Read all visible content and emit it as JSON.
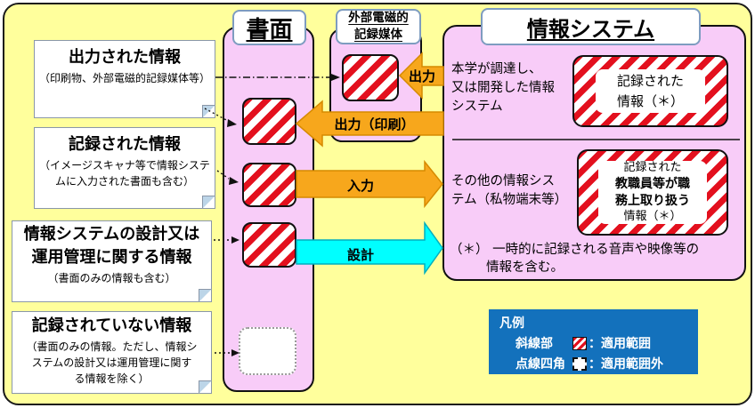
{
  "colors": {
    "background_yellow": "#FFFF9C",
    "panel_pink": "#F8CCF8",
    "stripe_red": "#E3101E",
    "arrow_orange": "#F7A71C",
    "arrow_orange_border": "#D68A00",
    "arrow_cyan": "#00FFFF",
    "arrow_cyan_border": "#00AEBE",
    "legend_blue": "#1371BC"
  },
  "headers": {
    "document": "書面",
    "external_media": "外部電磁的\n記録媒体",
    "info_system": "情報システム"
  },
  "callouts": [
    {
      "title": "出力された情報",
      "subtitle": "（印刷物、外部電磁的記録媒体等）"
    },
    {
      "title": "記録された情報",
      "subtitle": "（イメージスキャナ等で情報システ\nムに入力された書面も含む）"
    },
    {
      "title": "情報システムの設計又は\n運用管理に関する情報",
      "subtitle": "（書面のみの情報も含む）"
    },
    {
      "title": "記録されていない情報",
      "subtitle": "（書面のみの情報。ただし、情報シ\nステムの設計又は運用管理に関す\nる情報を除く）"
    }
  ],
  "arrows": {
    "output": "出力",
    "output_print": "出力（印刷）",
    "input": "入力",
    "design": "設計"
  },
  "info_system": {
    "section1_text": "本学が調達し、\n又は開発した情報\nシステム",
    "box1_text": "記録された\n情報（＊）",
    "section2_text": "その他の情報シス\nテム（私物端末等）",
    "box2_top": "記録された",
    "box2_bold": "教職員等が職\n務上取り扱う",
    "box2_bottom": "情報（＊）",
    "footnote_line1": "（＊） 一時的に記録される音声や映像等の",
    "footnote_line2": "情報を含む。"
  },
  "legend": {
    "title": "凡例",
    "item1_label": "斜線部",
    "item1_desc": "：適用範囲",
    "item2_label": "点線四角",
    "item2_desc": "：適用範囲外"
  }
}
